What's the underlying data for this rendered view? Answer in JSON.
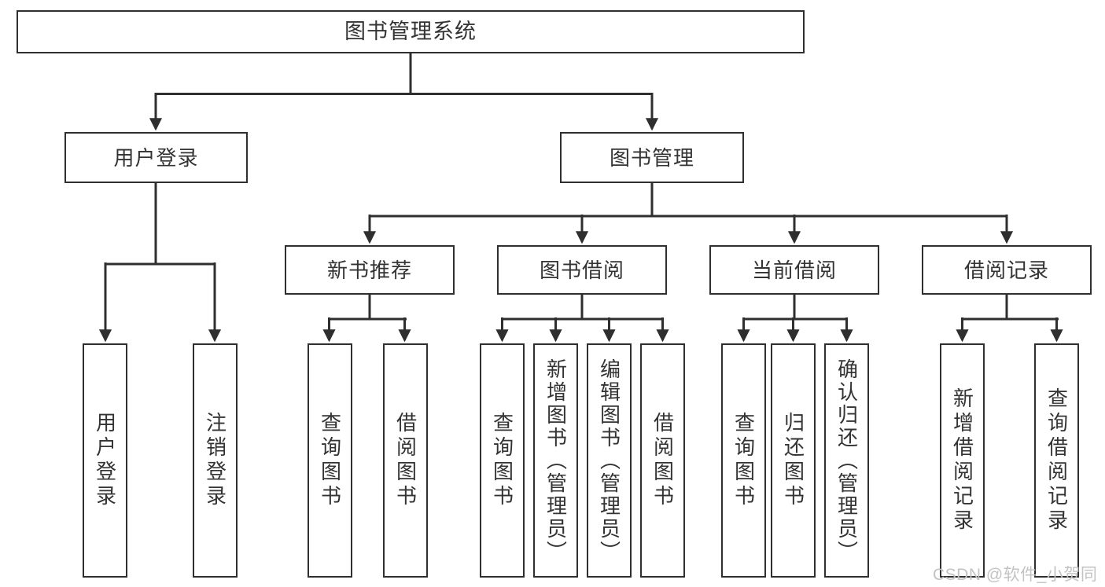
{
  "colors": {
    "line": "#2f2f2f",
    "box_border": "#2f2f2f",
    "box_background": "#ffffff",
    "text": "#333333",
    "watermark": "#c3c3c3",
    "background": "#ffffff"
  },
  "diagram": {
    "title": "图书管理系统",
    "branches": [
      {
        "label": "用户登录",
        "children": [
          {
            "label": "用户登录"
          },
          {
            "label": "注销登录"
          }
        ]
      },
      {
        "label": "图书管理",
        "children": [
          {
            "label": "新书推荐",
            "children": [
              {
                "label": "查询图书"
              },
              {
                "label": "借阅图书"
              }
            ]
          },
          {
            "label": "图书借阅",
            "children": [
              {
                "label": "查询图书"
              },
              {
                "label": "新增图书（管理员）"
              },
              {
                "label": "编辑图书（管理员）"
              },
              {
                "label": "借阅图书"
              }
            ]
          },
          {
            "label": "当前借阅",
            "children": [
              {
                "label": "查询图书"
              },
              {
                "label": "归还图书"
              },
              {
                "label": "确认归还（管理员）"
              }
            ]
          },
          {
            "label": "借阅记录",
            "children": [
              {
                "label": "新增借阅记录"
              },
              {
                "label": "查询借阅记录"
              }
            ]
          }
        ]
      }
    ]
  },
  "watermark": {
    "text": "CSDN @软件_小贺同学"
  }
}
